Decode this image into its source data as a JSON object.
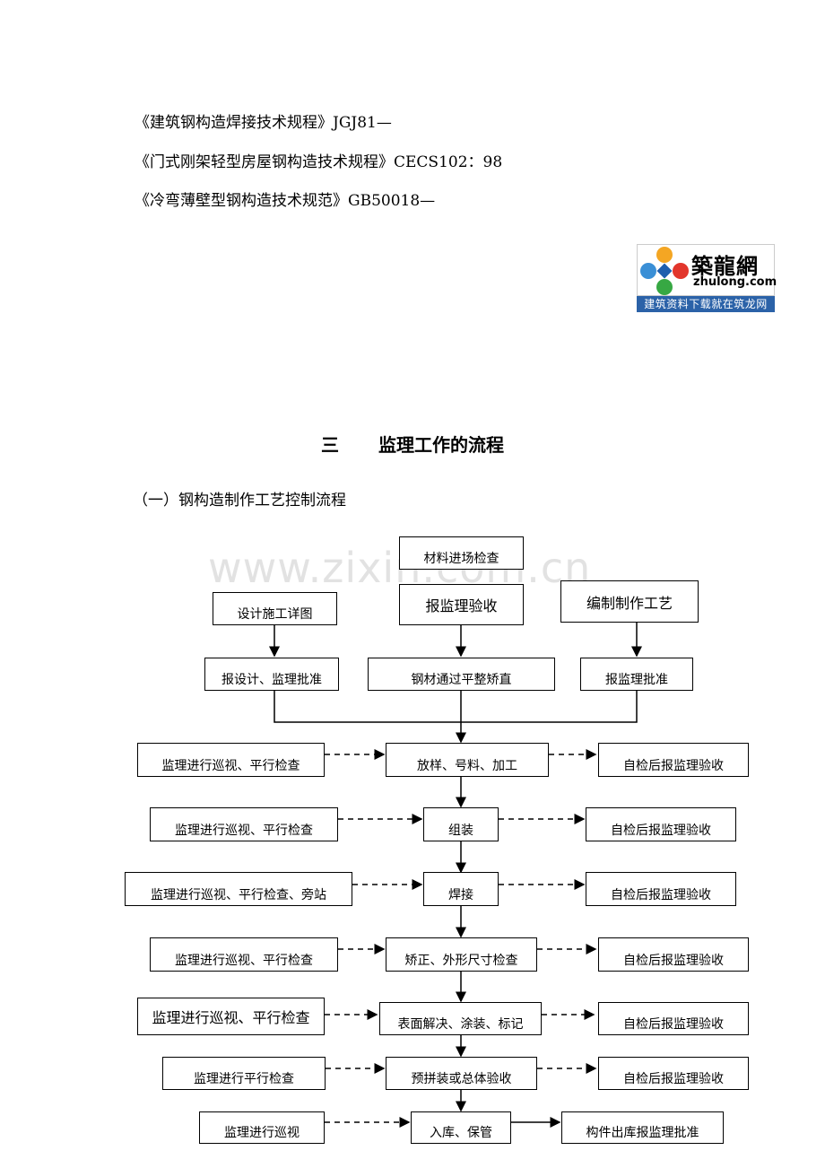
{
  "references": [
    "《建筑钢构造焊接技术规程》JGJ81—",
    "《门式刚架轻型房屋钢构造技术规程》CECS102：98",
    "《冷弯薄壁型钢构造技术规范》GB50018—"
  ],
  "logo": {
    "name_cn": "築龍網",
    "domain": "zhulong.com",
    "slogan": "建筑资料下载就在筑龙网"
  },
  "section": {
    "number": "三",
    "title": "监理工作的流程"
  },
  "subsection": "（一）钢构造制作工艺控制流程",
  "watermark": "www.zixin.com.cn",
  "flowchart": {
    "material_check": "材料进场检查",
    "report_acceptance": "报监理验收",
    "design_drawings": "设计施工详图",
    "prepare_process": "编制制作工艺",
    "report_design_approval": "报设计、监理批准",
    "steel_straighten": "钢材通过平整矫直",
    "report_approval": "报监理批准",
    "steps": [
      {
        "left": "监理进行巡视、平行检查",
        "center": "放样、号料、加工",
        "right": "自检后报监理验收"
      },
      {
        "left": "监理进行巡视、平行检查",
        "center": "组装",
        "right": "自检后报监理验收"
      },
      {
        "left": "监理进行巡视、平行检查、旁站",
        "center": "焊接",
        "right": "自检后报监理验收"
      },
      {
        "left": "监理进行巡视、平行检查",
        "center": "矫正、外形尺寸检查",
        "right": "自检后报监理验收"
      },
      {
        "left": "监理进行巡视、平行检查",
        "center": "表面解决、涂装、标记",
        "right": "自检后报监理验收"
      },
      {
        "left": "监理进行平行检查",
        "center": "预拼装或总体验收",
        "right": "自检后报监理验收"
      },
      {
        "left": "监理进行巡视",
        "center": "入库、保管",
        "right": "构件出库报监理批准"
      }
    ]
  }
}
